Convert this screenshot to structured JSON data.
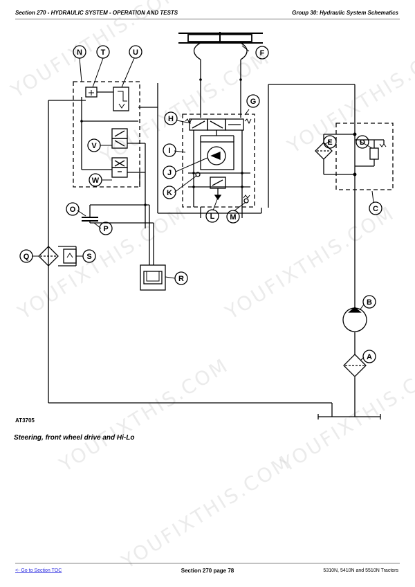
{
  "header": {
    "left": "Section 270 - HYDRAULIC SYSTEM - OPERATION AND TESTS",
    "right": "Group 30: Hydraulic System Schematics"
  },
  "figure": {
    "id": "AT3705",
    "caption": "Steering, front wheel drive and Hi-Lo"
  },
  "callouts": [
    "A",
    "B",
    "C",
    "D",
    "E",
    "F",
    "G",
    "H",
    "I",
    "J",
    "K",
    "L",
    "M",
    "N",
    "O",
    "P",
    "Q",
    "R",
    "S",
    "T",
    "U",
    "V",
    "W"
  ],
  "watermark": "YOUFIXTHIS.COM",
  "footer": {
    "link": "<- Go to Section TOC",
    "center": "Section 270 page 78",
    "right": "5310N, 5410N and 5510N Tractors"
  }
}
